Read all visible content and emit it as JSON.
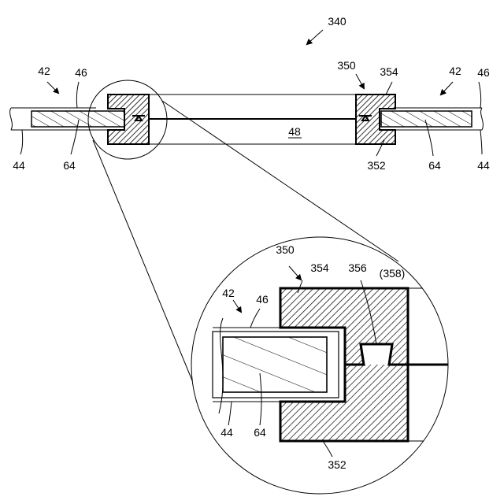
{
  "figure": {
    "colors": {
      "line": "#000000",
      "paper": "#ffffff",
      "hatch_fill": "#d8d8d8"
    },
    "labels": {
      "assembly": "340",
      "frame": "350",
      "frame_upper": "354",
      "frame_lower": "352",
      "panel_left": "42",
      "panel_right": "42",
      "top_skin_left": "46",
      "top_skin_right": "46",
      "bottom_skin_left": "44",
      "bottom_skin_right": "44",
      "core_left": "64",
      "core_right": "64",
      "center": "48",
      "detail_frame": "350",
      "detail_upper": "354",
      "detail_seal": "356",
      "detail_seal_alt": "(358)",
      "detail_panel": "42",
      "detail_top_skin": "46",
      "detail_bottom_skin": "44",
      "detail_core": "64",
      "detail_lower": "352"
    }
  }
}
